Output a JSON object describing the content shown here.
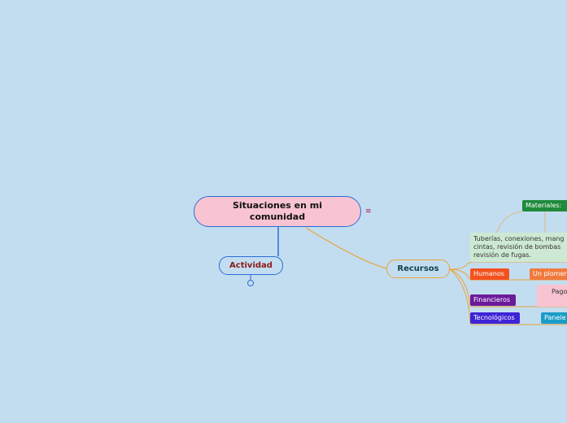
{
  "root": {
    "title": "Situaciones en mi comunidad"
  },
  "branches": {
    "actividad": "Actividad",
    "recursos": "Recursos"
  },
  "recursos_children": {
    "materiales": "Materiales:",
    "materiales_desc": "Tuberías, conexiones, mang\ncintas, revisión de bombas\nrevisión de fugas.",
    "humanos": "Humanos",
    "humanos_detail": "Un plomero",
    "financieros": "Financieros",
    "financieros_detail": "Pago",
    "tecnologicos": "Tecnológicos",
    "tecnologicos_detail": "Panele"
  },
  "icons": {
    "menu": "≡",
    "collapse": "○"
  },
  "colors": {
    "background": "#c3ddf0",
    "root_fill": "#f9c4d2",
    "blue_link": "#2c6dd6",
    "orange_link": "#e8a43a"
  }
}
